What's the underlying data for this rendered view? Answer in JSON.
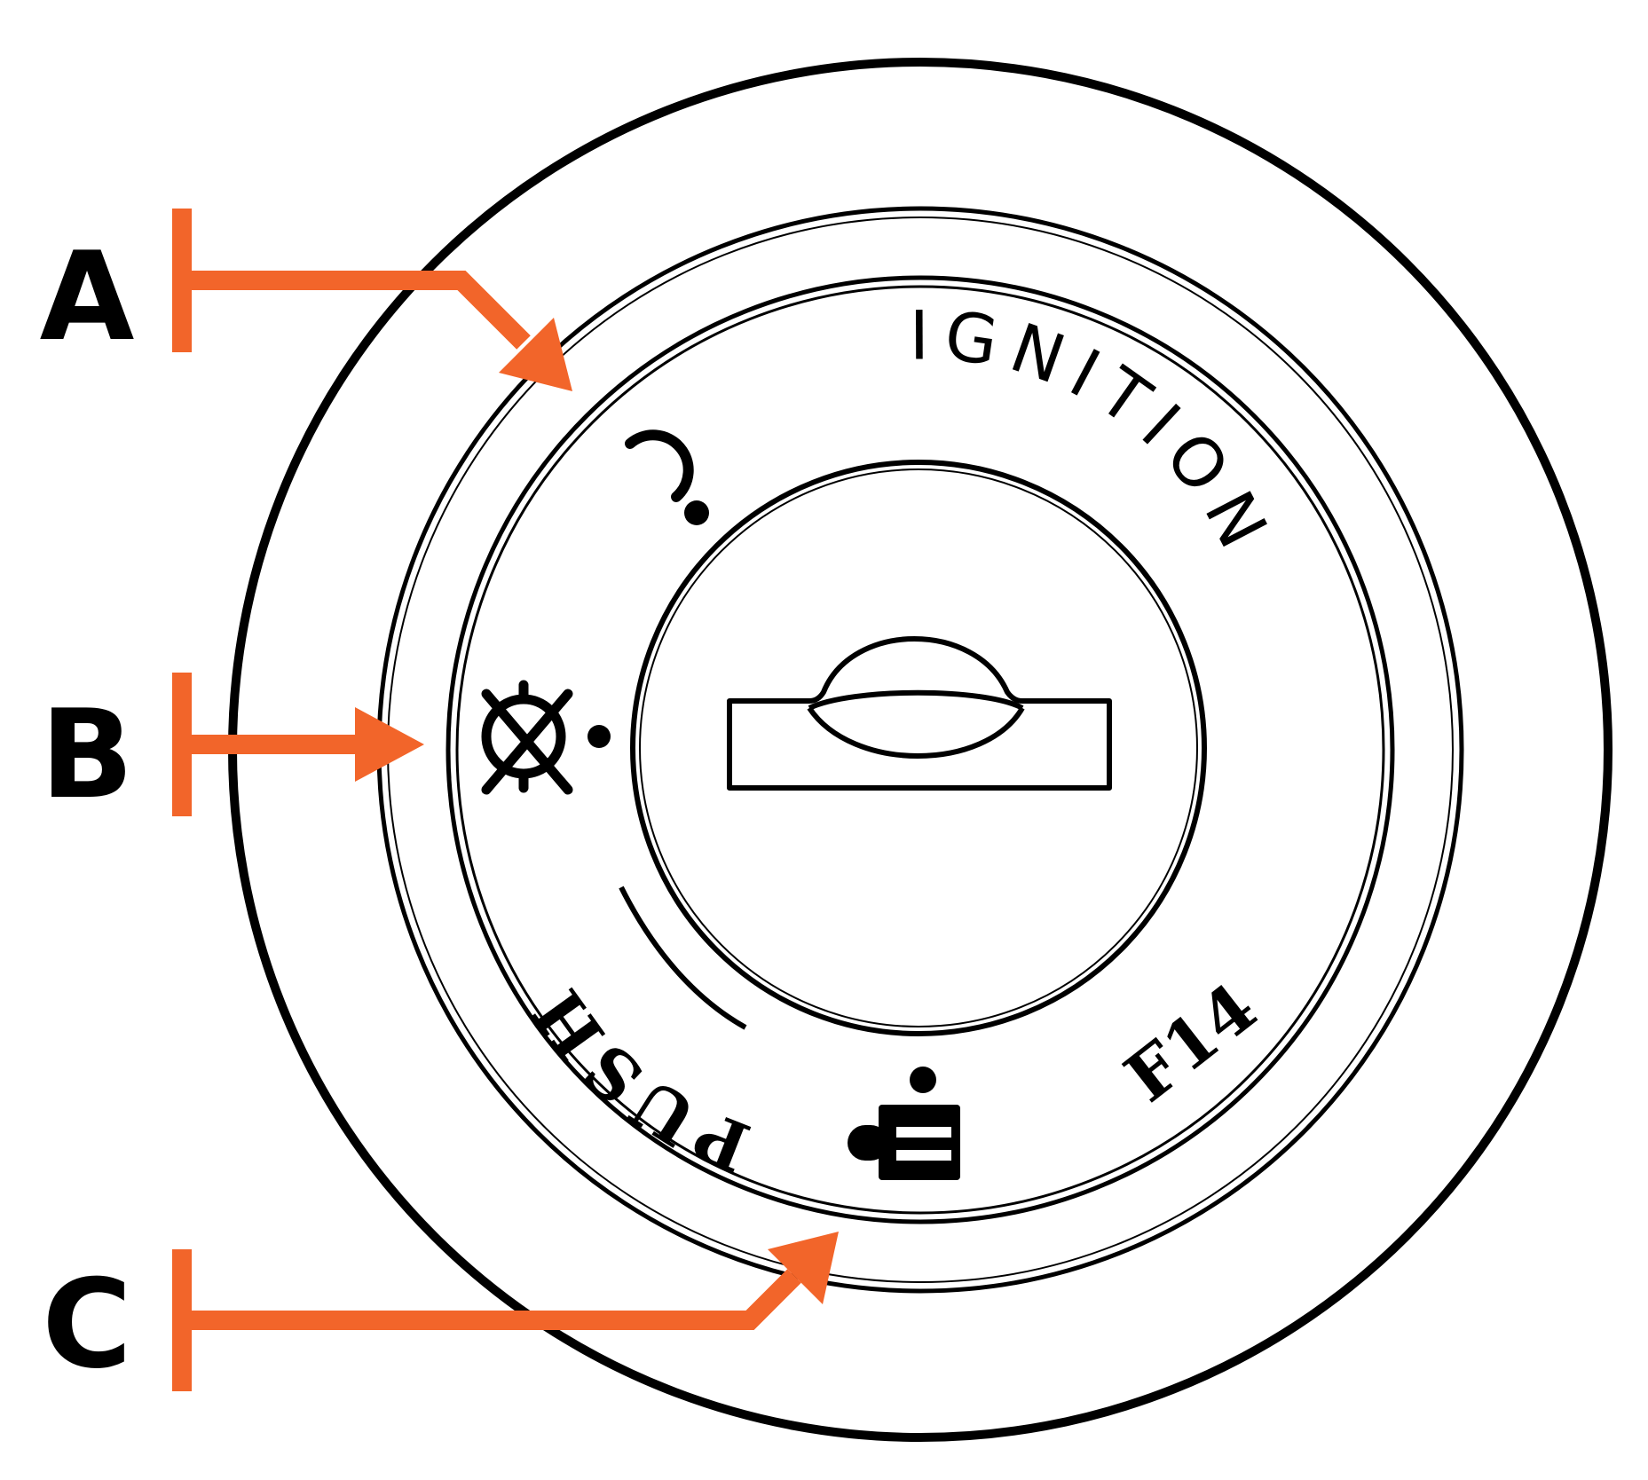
{
  "labels": {
    "ignition": "IGNITION",
    "push": "PUSH",
    "model": "F14"
  },
  "callouts": [
    {
      "letter": "A"
    },
    {
      "letter": "B"
    },
    {
      "letter": "C"
    }
  ],
  "icons": {
    "off": "power-off-icon",
    "run": "crossed-gear-run-icon",
    "battery": "battery-icon",
    "keyslot": "key-slot-icon"
  },
  "colors": {
    "callout": "#f2652a",
    "ink": "#000000"
  }
}
